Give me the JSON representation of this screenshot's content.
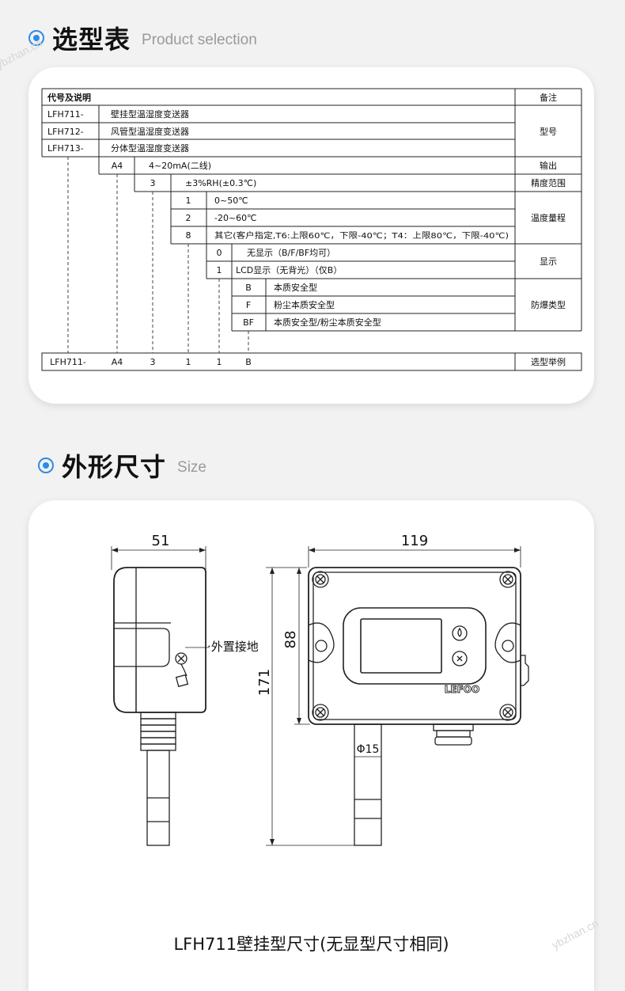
{
  "section1": {
    "title": "选型表",
    "subtitle": "Product selection"
  },
  "section2": {
    "title": "外形尺寸",
    "subtitle": "Size"
  },
  "watermark": "ybzhan.cn",
  "table": {
    "header_left": "代号及说明",
    "header_right": "备注",
    "models": [
      {
        "code": "LFH711-",
        "desc": "壁挂型温湿度变送器"
      },
      {
        "code": "LFH712-",
        "desc": "风管型温湿度变送器"
      },
      {
        "code": "LFH713-",
        "desc": "分体型温湿度变送器"
      }
    ],
    "model_note": "型号",
    "output": {
      "code": "A4",
      "desc": "4~20mA(二线)",
      "note": "输出"
    },
    "accuracy": {
      "code": "3",
      "desc": "±3%RH(±0.3℃)",
      "note": "精度范围"
    },
    "temp_ranges": [
      {
        "code": "1",
        "desc": "0~50℃"
      },
      {
        "code": "2",
        "desc": "-20~60℃"
      },
      {
        "code": "8",
        "desc": "其它(客户指定,T6:上限60℃，下限-40℃；T4：上限80℃，下限-40℃)"
      }
    ],
    "temp_note": "温度量程",
    "displays": [
      {
        "code": "0",
        "desc": "无显示（B/F/BF均可）"
      },
      {
        "code": "1",
        "desc": "LCD显示（无背光）（仅B）"
      }
    ],
    "display_note": "显示",
    "explosion": [
      {
        "code": "B",
        "desc": "本质安全型"
      },
      {
        "code": "F",
        "desc": "粉尘本质安全型"
      },
      {
        "code": "BF",
        "desc": "本质安全型/粉尘本质安全型"
      }
    ],
    "explosion_note": "防爆类型",
    "example": {
      "values": [
        "LFH711-",
        "A4",
        "3",
        "1",
        "1",
        "B"
      ],
      "note": "选型举例"
    }
  },
  "drawing": {
    "dim_depth": "51",
    "dim_width": "119",
    "dim_height_body": "88",
    "dim_height_total": "171",
    "dim_probe": "Φ15",
    "ground_label": "·外置接地",
    "brand": "LEFOO",
    "caption": "LFH711壁挂型尺寸(无显型尺寸相同)"
  }
}
